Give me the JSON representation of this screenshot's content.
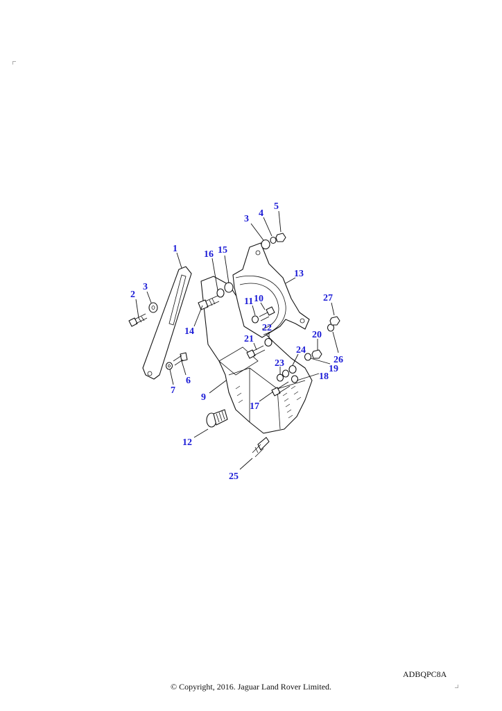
{
  "callouts": [
    {
      "id": "1",
      "label": "1"
    },
    {
      "id": "2",
      "label": "2"
    },
    {
      "id": "3a",
      "label": "3"
    },
    {
      "id": "3b",
      "label": "3"
    },
    {
      "id": "4",
      "label": "4"
    },
    {
      "id": "5",
      "label": "5"
    },
    {
      "id": "6",
      "label": "6"
    },
    {
      "id": "7",
      "label": "7"
    },
    {
      "id": "9",
      "label": "9"
    },
    {
      "id": "10",
      "label": "10"
    },
    {
      "id": "11",
      "label": "11"
    },
    {
      "id": "12",
      "label": "12"
    },
    {
      "id": "13",
      "label": "13"
    },
    {
      "id": "14",
      "label": "14"
    },
    {
      "id": "15",
      "label": "15"
    },
    {
      "id": "16",
      "label": "16"
    },
    {
      "id": "17",
      "label": "17"
    },
    {
      "id": "18",
      "label": "18"
    },
    {
      "id": "19",
      "label": "19"
    },
    {
      "id": "20",
      "label": "20"
    },
    {
      "id": "21",
      "label": "21"
    },
    {
      "id": "22",
      "label": "22"
    },
    {
      "id": "23",
      "label": "23"
    },
    {
      "id": "24",
      "label": "24"
    },
    {
      "id": "25",
      "label": "25"
    },
    {
      "id": "26",
      "label": "26"
    },
    {
      "id": "27",
      "label": "27"
    }
  ],
  "footer": {
    "reference_code": "ADBQPC8A",
    "copyright": "© Copyright, 2016. Jaguar Land Rover Limited."
  },
  "colors": {
    "callout": "#1a1ad6",
    "linework": "#111111",
    "background": "#ffffff"
  }
}
